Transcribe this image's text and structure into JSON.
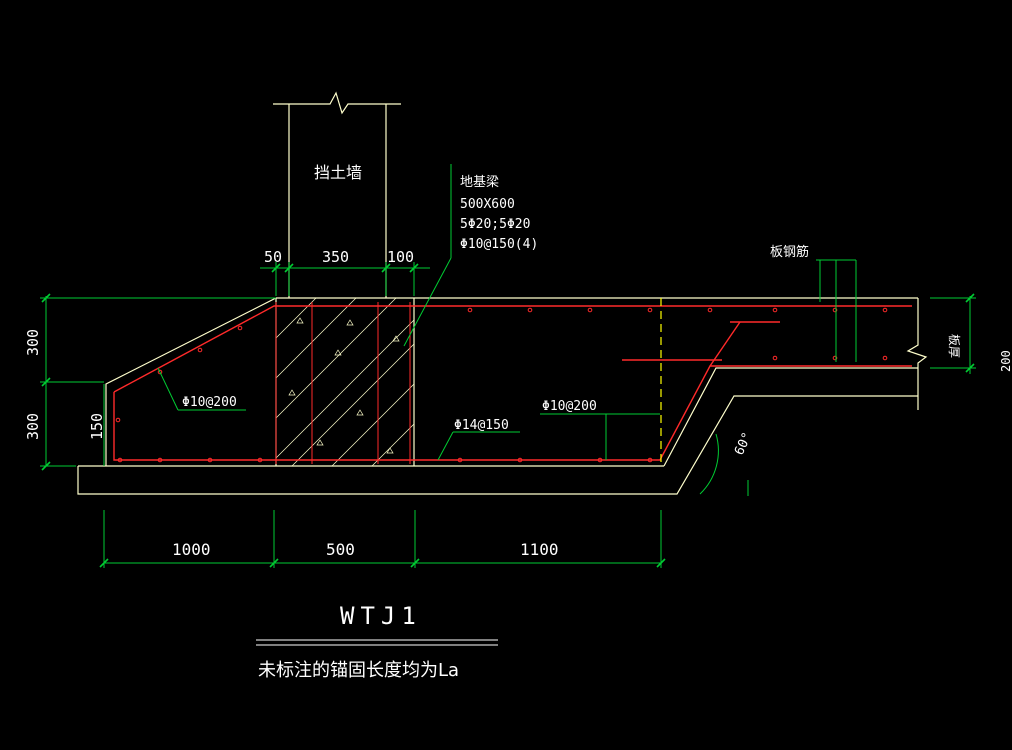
{
  "colors": {
    "background": "#000000",
    "outline": "#ffffcc",
    "rebar": "#ff2a2a",
    "dimension": "#00cc33",
    "text": "#ffffff",
    "centerline": "#ffff00"
  },
  "labels": {
    "retaining_wall": "挡土墙",
    "beam_title": "地基梁",
    "beam_size": "500X600",
    "beam_bars": "5Φ20;5Φ20",
    "beam_stirrup": "Φ10@150(4)",
    "slab_rebar": "板钢筋",
    "slab": "板厚",
    "rebar_left": "Φ10@200",
    "rebar_bottom": "Φ14@150",
    "rebar_right": "Φ10@200",
    "angle": "60°",
    "drawing_title": "WTJ1",
    "note": "未标注的锚固长度均为La"
  },
  "dimensions": {
    "top_50": "50",
    "top_350": "350",
    "top_100": "100",
    "left_300_upper": "300",
    "left_300_lower": "300",
    "left_150": "150",
    "bottom_1000": "1000",
    "bottom_500": "500",
    "bottom_1100": "1100",
    "right_clip": "200"
  }
}
